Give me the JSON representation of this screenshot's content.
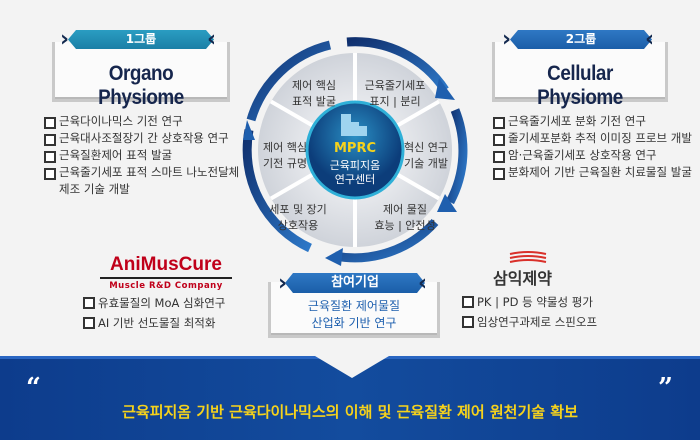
{
  "group1": {
    "badge": "1그룹",
    "title": "Organo Physiome",
    "items": [
      "근육다이나믹스 기전 연구",
      "근육대사조절장기 간 상호작용 연구",
      "근육질환제어 표적 발굴",
      "근육줄기세포 표적 스마트 나노전달체 제조 기술 개발"
    ]
  },
  "group2": {
    "badge": "2그룹",
    "title": "Cellular Physiome",
    "items": [
      "근육줄기세포 분화 기전 연구",
      "줄기세포분화 추적 이미징 프로브 개발",
      "암·근육줄기세포 상호작용 연구",
      "분화제어 기반 근육질환 치료물질 발굴"
    ]
  },
  "center": {
    "name": "MPRC",
    "line1": "근육피지옴",
    "line2": "연구센터"
  },
  "segments": [
    {
      "l1": "제어 핵심",
      "l2": "표적 발굴"
    },
    {
      "l1": "근육줄기세포",
      "l2": "표지 | 분리"
    },
    {
      "l1": "혁신 연구",
      "l2": "기술 개발"
    },
    {
      "l1": "제어 물질",
      "l2": "효능 | 안전성"
    },
    {
      "l1": "세포 및 장기",
      "l2": "상호작용"
    },
    {
      "l1": "제어 핵심",
      "l2": "기전 규명"
    }
  ],
  "company1": {
    "logo": "AniMusCure",
    "tagline": "Muscle R&D Company",
    "items": [
      "유효물질의 MoA 심화연구",
      "AI 기반 선도물질 최적화"
    ]
  },
  "participating": {
    "badge": "참여기업",
    "line1": "근육질환 제어물질",
    "line2": "산업화 기반 연구"
  },
  "company2": {
    "logo": "삼익제약",
    "items": [
      "PK | PD 등 약물성 평가",
      "임상연구과제로 스핀오프"
    ]
  },
  "banner": {
    "open_quote": "“",
    "close_quote": "”",
    "text": "근육피지옴 기반 근육다이나믹스의 이해 및 근육질환 제어 원천기술 확보"
  },
  "colors": {
    "navy": "#13294f",
    "teal": "#1e8fb5",
    "red": "#c0001a",
    "yellow": "#f5d21c"
  }
}
